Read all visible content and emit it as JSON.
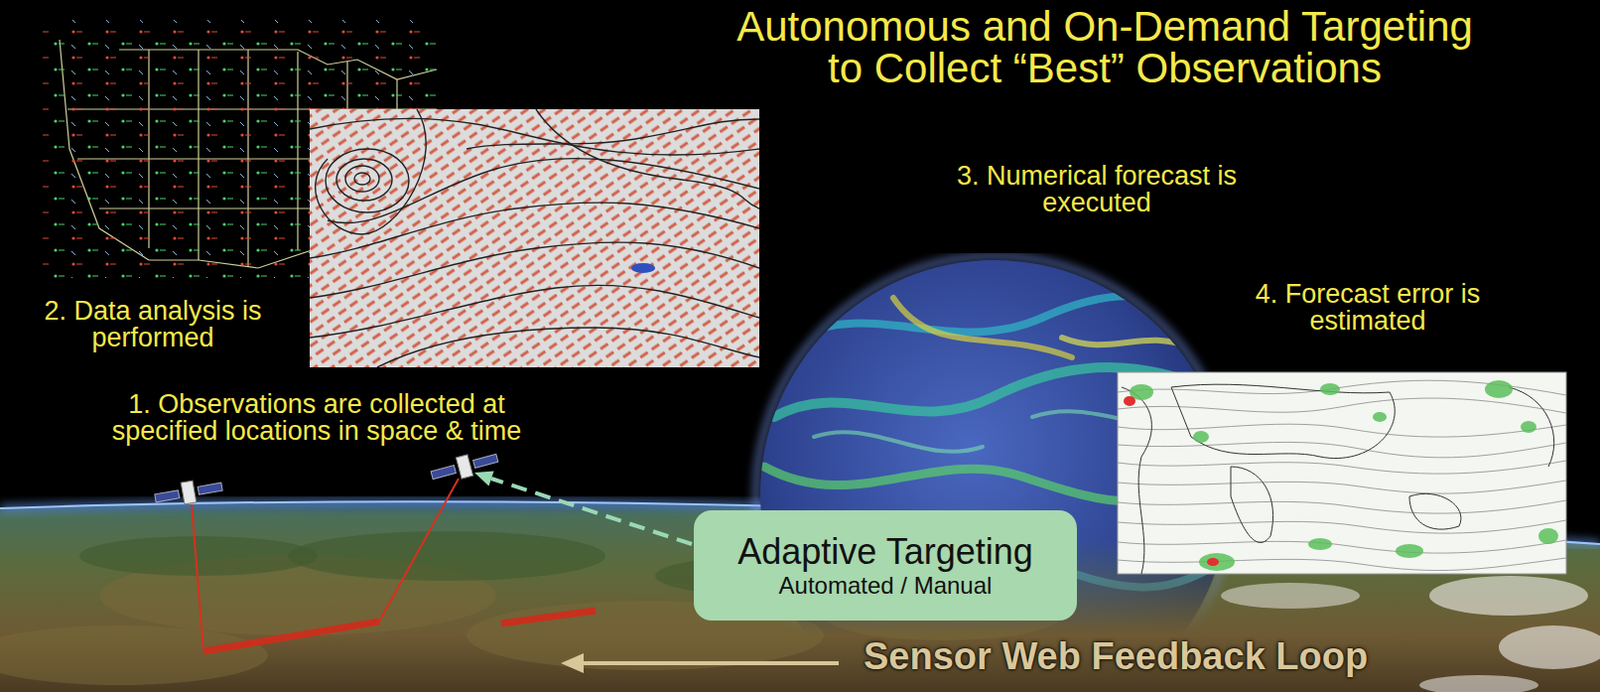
{
  "diagram": {
    "title": "Autonomous and On-Demand Targeting to Collect “Best” Observations",
    "nodes": [
      {
        "text": [
          "Adaptive Targeting",
          "Automated / Manual"
        ]
      }
    ],
    "labels": [
      "3. Numerical forecast is executed",
      "4. Forecast error is estimated",
      "2. Data analysis is performed",
      "1. Observations are collected at specified locations in space & time",
      "Sensor Web Feedback Loop"
    ]
  }
}
